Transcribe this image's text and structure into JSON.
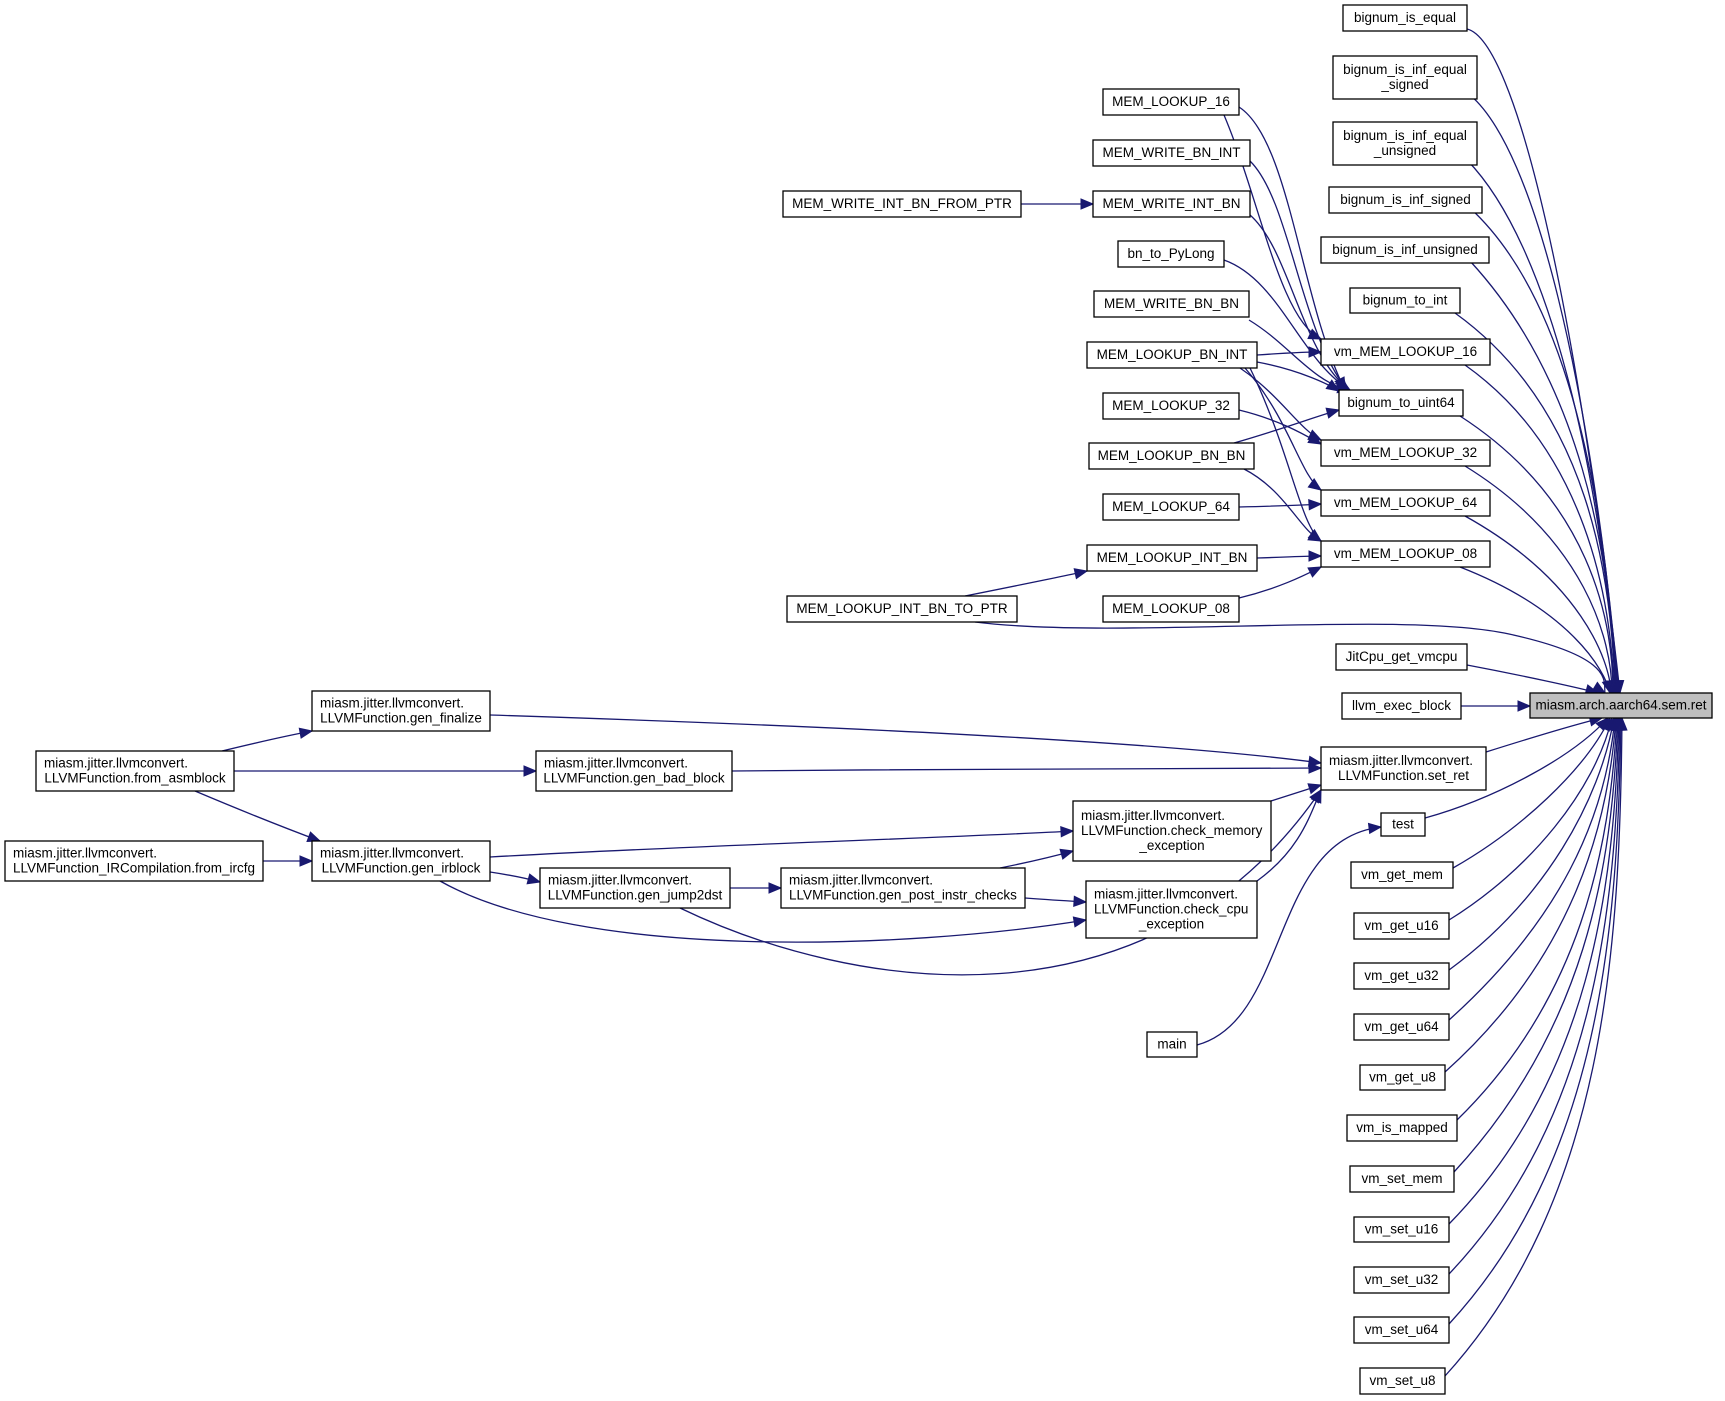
{
  "graph": {
    "root": "sem_ret",
    "colors": {
      "edge": "#191970",
      "node_border": "#000000",
      "root_fill": "#bfbfbf",
      "node_fill": "#ffffff"
    },
    "nodes": [
      {
        "id": "sem_ret",
        "lines": [
          "miasm.arch.aarch64.sem.ret"
        ]
      },
      {
        "id": "bignum_is_equal",
        "lines": [
          "bignum_is_equal"
        ]
      },
      {
        "id": "bignum_is_inf_equal_signed",
        "lines": [
          "bignum_is_inf_equal",
          "_signed"
        ]
      },
      {
        "id": "bignum_is_inf_equal_unsigned",
        "lines": [
          "bignum_is_inf_equal",
          "_unsigned"
        ]
      },
      {
        "id": "bignum_is_inf_signed",
        "lines": [
          "bignum_is_inf_signed"
        ]
      },
      {
        "id": "bignum_is_inf_unsigned",
        "lines": [
          "bignum_is_inf_unsigned"
        ]
      },
      {
        "id": "bignum_to_int",
        "lines": [
          "bignum_to_int"
        ]
      },
      {
        "id": "vm_MEM_LOOKUP_16",
        "lines": [
          "vm_MEM_LOOKUP_16"
        ]
      },
      {
        "id": "bignum_to_uint64",
        "lines": [
          "bignum_to_uint64"
        ]
      },
      {
        "id": "vm_MEM_LOOKUP_32",
        "lines": [
          "vm_MEM_LOOKUP_32"
        ]
      },
      {
        "id": "vm_MEM_LOOKUP_64",
        "lines": [
          "vm_MEM_LOOKUP_64"
        ]
      },
      {
        "id": "vm_MEM_LOOKUP_08",
        "lines": [
          "vm_MEM_LOOKUP_08"
        ]
      },
      {
        "id": "JitCpu_get_vmcpu",
        "lines": [
          "JitCpu_get_vmcpu"
        ]
      },
      {
        "id": "llvm_exec_block",
        "lines": [
          "llvm_exec_block"
        ]
      },
      {
        "id": "set_ret",
        "lines": [
          "miasm.jitter.llvmconvert.",
          "LLVMFunction.set_ret"
        ]
      },
      {
        "id": "test",
        "lines": [
          "test"
        ]
      },
      {
        "id": "vm_get_mem",
        "lines": [
          "vm_get_mem"
        ]
      },
      {
        "id": "vm_get_u16",
        "lines": [
          "vm_get_u16"
        ]
      },
      {
        "id": "vm_get_u32",
        "lines": [
          "vm_get_u32"
        ]
      },
      {
        "id": "vm_get_u64",
        "lines": [
          "vm_get_u64"
        ]
      },
      {
        "id": "vm_get_u8",
        "lines": [
          "vm_get_u8"
        ]
      },
      {
        "id": "vm_is_mapped",
        "lines": [
          "vm_is_mapped"
        ]
      },
      {
        "id": "vm_set_mem",
        "lines": [
          "vm_set_mem"
        ]
      },
      {
        "id": "vm_set_u16",
        "lines": [
          "vm_set_u16"
        ]
      },
      {
        "id": "vm_set_u32",
        "lines": [
          "vm_set_u32"
        ]
      },
      {
        "id": "vm_set_u64",
        "lines": [
          "vm_set_u64"
        ]
      },
      {
        "id": "vm_set_u8",
        "lines": [
          "vm_set_u8"
        ]
      },
      {
        "id": "MEM_LOOKUP_16",
        "lines": [
          "MEM_LOOKUP_16"
        ]
      },
      {
        "id": "MEM_WRITE_BN_INT",
        "lines": [
          "MEM_WRITE_BN_INT"
        ]
      },
      {
        "id": "MEM_WRITE_INT_BN",
        "lines": [
          "MEM_WRITE_INT_BN"
        ]
      },
      {
        "id": "bn_to_PyLong",
        "lines": [
          "bn_to_PyLong"
        ]
      },
      {
        "id": "MEM_WRITE_BN_BN",
        "lines": [
          "MEM_WRITE_BN_BN"
        ]
      },
      {
        "id": "MEM_LOOKUP_BN_INT",
        "lines": [
          "MEM_LOOKUP_BN_INT"
        ]
      },
      {
        "id": "MEM_LOOKUP_32",
        "lines": [
          "MEM_LOOKUP_32"
        ]
      },
      {
        "id": "MEM_LOOKUP_BN_BN",
        "lines": [
          "MEM_LOOKUP_BN_BN"
        ]
      },
      {
        "id": "MEM_LOOKUP_64",
        "lines": [
          "MEM_LOOKUP_64"
        ]
      },
      {
        "id": "MEM_LOOKUP_INT_BN",
        "lines": [
          "MEM_LOOKUP_INT_BN"
        ]
      },
      {
        "id": "MEM_LOOKUP_08",
        "lines": [
          "MEM_LOOKUP_08"
        ]
      },
      {
        "id": "MEM_WRITE_INT_BN_FROM_PTR",
        "lines": [
          "MEM_WRITE_INT_BN_FROM_PTR"
        ]
      },
      {
        "id": "MEM_LOOKUP_INT_BN_TO_PTR",
        "lines": [
          "MEM_LOOKUP_INT_BN_TO_PTR"
        ]
      },
      {
        "id": "check_memory_exception",
        "lines": [
          "miasm.jitter.llvmconvert.",
          "LLVMFunction.check_memory",
          "_exception"
        ]
      },
      {
        "id": "check_cpu_exception",
        "lines": [
          "miasm.jitter.llvmconvert.",
          "LLVMFunction.check_cpu",
          "_exception"
        ]
      },
      {
        "id": "main",
        "lines": [
          "main"
        ]
      },
      {
        "id": "gen_post_instr_checks",
        "lines": [
          "miasm.jitter.llvmconvert.",
          "LLVMFunction.gen_post_instr_checks"
        ]
      },
      {
        "id": "gen_finalize",
        "lines": [
          "miasm.jitter.llvmconvert.",
          "LLVMFunction.gen_finalize"
        ]
      },
      {
        "id": "gen_bad_block",
        "lines": [
          "miasm.jitter.llvmconvert.",
          "LLVMFunction.gen_bad_block"
        ]
      },
      {
        "id": "gen_irblock",
        "lines": [
          "miasm.jitter.llvmconvert.",
          "LLVMFunction.gen_irblock"
        ]
      },
      {
        "id": "gen_jump2dst",
        "lines": [
          "miasm.jitter.llvmconvert.",
          "LLVMFunction.gen_jump2dst"
        ]
      },
      {
        "id": "from_asmblock",
        "lines": [
          "miasm.jitter.llvmconvert.",
          "LLVMFunction.from_asmblock"
        ]
      },
      {
        "id": "from_ircfg",
        "lines": [
          "miasm.jitter.llvmconvert.",
          "LLVMFunction_IRCompilation.from_ircfg"
        ]
      }
    ],
    "edges": [
      [
        "bignum_is_equal",
        "sem_ret"
      ],
      [
        "bignum_is_inf_equal_signed",
        "sem_ret"
      ],
      [
        "bignum_is_inf_equal_unsigned",
        "sem_ret"
      ],
      [
        "bignum_is_inf_signed",
        "sem_ret"
      ],
      [
        "bignum_is_inf_unsigned",
        "sem_ret"
      ],
      [
        "bignum_to_int",
        "sem_ret"
      ],
      [
        "vm_MEM_LOOKUP_16",
        "sem_ret"
      ],
      [
        "bignum_to_uint64",
        "sem_ret"
      ],
      [
        "vm_MEM_LOOKUP_32",
        "sem_ret"
      ],
      [
        "vm_MEM_LOOKUP_64",
        "sem_ret"
      ],
      [
        "vm_MEM_LOOKUP_08",
        "sem_ret"
      ],
      [
        "MEM_LOOKUP_INT_BN_TO_PTR",
        "sem_ret"
      ],
      [
        "JitCpu_get_vmcpu",
        "sem_ret"
      ],
      [
        "llvm_exec_block",
        "sem_ret"
      ],
      [
        "set_ret",
        "sem_ret"
      ],
      [
        "test",
        "sem_ret"
      ],
      [
        "vm_get_mem",
        "sem_ret"
      ],
      [
        "vm_get_u16",
        "sem_ret"
      ],
      [
        "vm_get_u32",
        "sem_ret"
      ],
      [
        "vm_get_u64",
        "sem_ret"
      ],
      [
        "vm_get_u8",
        "sem_ret"
      ],
      [
        "vm_is_mapped",
        "sem_ret"
      ],
      [
        "vm_set_mem",
        "sem_ret"
      ],
      [
        "vm_set_u16",
        "sem_ret"
      ],
      [
        "vm_set_u32",
        "sem_ret"
      ],
      [
        "vm_set_u64",
        "sem_ret"
      ],
      [
        "vm_set_u8",
        "sem_ret"
      ],
      [
        "MEM_LOOKUP_16",
        "bignum_to_uint64"
      ],
      [
        "MEM_WRITE_BN_INT",
        "bignum_to_uint64"
      ],
      [
        "MEM_WRITE_INT_BN",
        "bignum_to_uint64"
      ],
      [
        "bn_to_PyLong",
        "bignum_to_uint64"
      ],
      [
        "MEM_WRITE_BN_BN",
        "bignum_to_uint64"
      ],
      [
        "MEM_LOOKUP_BN_INT",
        "bignum_to_uint64"
      ],
      [
        "MEM_LOOKUP_BN_BN",
        "bignum_to_uint64"
      ],
      [
        "MEM_LOOKUP_BN_INT",
        "vm_MEM_LOOKUP_16"
      ],
      [
        "MEM_LOOKUP_BN_INT",
        "vm_MEM_LOOKUP_32"
      ],
      [
        "MEM_LOOKUP_BN_INT",
        "vm_MEM_LOOKUP_64"
      ],
      [
        "MEM_LOOKUP_BN_INT",
        "vm_MEM_LOOKUP_08"
      ],
      [
        "MEM_LOOKUP_16",
        "vm_MEM_LOOKUP_16"
      ],
      [
        "MEM_LOOKUP_32",
        "vm_MEM_LOOKUP_32"
      ],
      [
        "MEM_LOOKUP_BN_BN",
        "vm_MEM_LOOKUP_08"
      ],
      [
        "MEM_LOOKUP_64",
        "vm_MEM_LOOKUP_64"
      ],
      [
        "MEM_LOOKUP_INT_BN",
        "vm_MEM_LOOKUP_08"
      ],
      [
        "MEM_LOOKUP_08",
        "vm_MEM_LOOKUP_08"
      ],
      [
        "MEM_WRITE_INT_BN_FROM_PTR",
        "MEM_WRITE_INT_BN"
      ],
      [
        "MEM_LOOKUP_INT_BN_TO_PTR",
        "MEM_LOOKUP_INT_BN"
      ],
      [
        "gen_finalize",
        "set_ret"
      ],
      [
        "gen_bad_block",
        "set_ret"
      ],
      [
        "check_memory_exception",
        "set_ret"
      ],
      [
        "check_cpu_exception",
        "set_ret"
      ],
      [
        "gen_jump2dst",
        "set_ret"
      ],
      [
        "main",
        "test"
      ],
      [
        "gen_irblock",
        "check_memory_exception"
      ],
      [
        "gen_post_instr_checks",
        "check_memory_exception"
      ],
      [
        "gen_post_instr_checks",
        "check_cpu_exception"
      ],
      [
        "gen_irblock",
        "check_cpu_exception"
      ],
      [
        "gen_jump2dst",
        "gen_post_instr_checks"
      ],
      [
        "gen_irblock",
        "gen_jump2dst"
      ],
      [
        "from_asmblock",
        "gen_finalize"
      ],
      [
        "from_asmblock",
        "gen_bad_block"
      ],
      [
        "from_asmblock",
        "gen_irblock"
      ],
      [
        "from_ircfg",
        "gen_irblock"
      ]
    ]
  }
}
